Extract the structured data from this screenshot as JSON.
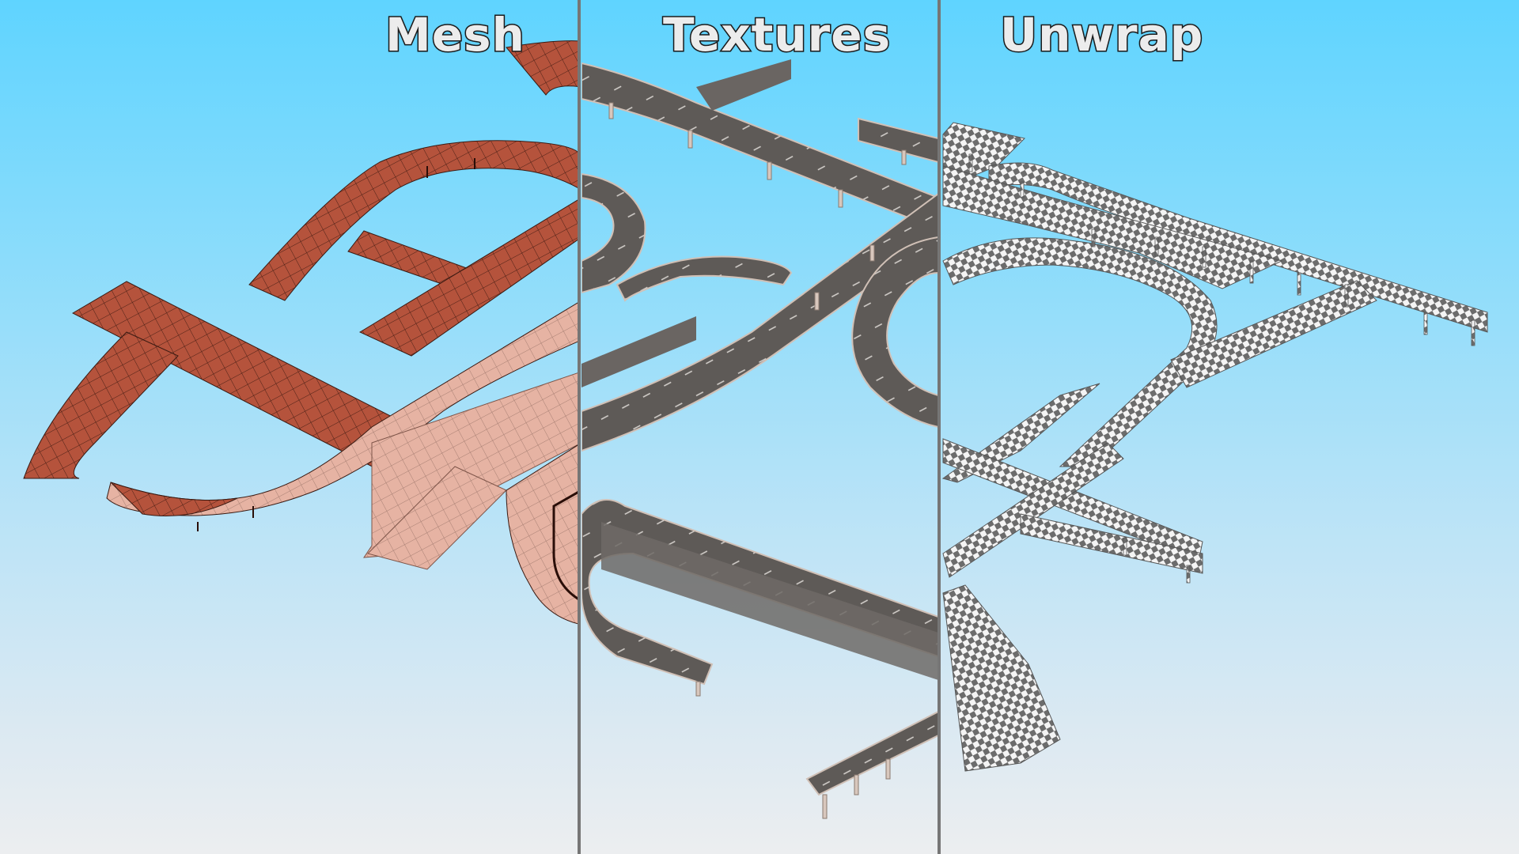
{
  "panels": [
    {
      "id": "mesh",
      "title": "Mesh",
      "material": "terracotta wireframe mesh",
      "x_range": [
        0,
        731
      ]
    },
    {
      "id": "textures",
      "title": "Textures",
      "material": "asphalt road textures",
      "x_range": [
        735,
        1186
      ]
    },
    {
      "id": "unwrap",
      "title": "Unwrap",
      "material": "UV checker pattern",
      "x_range": [
        1190,
        1920
      ]
    }
  ],
  "colors": {
    "sky_top": "#5fd4ff",
    "sky_bottom": "#eceef0",
    "divider": "#767676",
    "mesh_fill": "#b5533c",
    "mesh_light": "#e8b4a4",
    "mesh_line": "#3a1a12",
    "asphalt": "#5e5a57",
    "asphalt_light": "#8a8580",
    "concrete": "#cbb8ad",
    "checker_dark": "#6c6c6c",
    "checker_light": "#f4f4f4",
    "title_fill": "#ececec",
    "title_stroke": "#1c1c1c"
  }
}
